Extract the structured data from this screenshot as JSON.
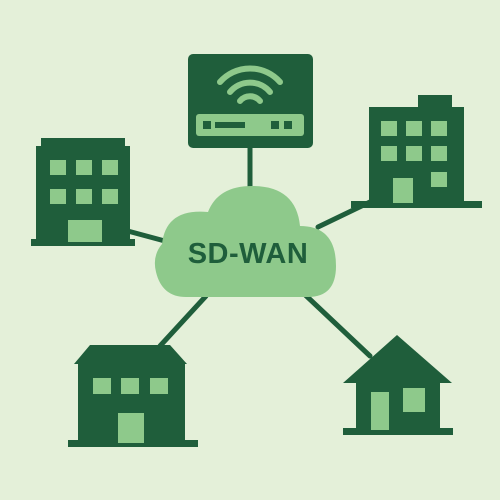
{
  "diagram": {
    "cloud_label": "SD-WAN"
  },
  "colors": {
    "background": "#e4f0d9",
    "dark_green": "#1f5e3b",
    "light_green": "#8ec98b",
    "cloud_fill": "#8ec98b",
    "label_color": "#1f5e3b"
  },
  "nodes": [
    {
      "name": "router",
      "icon": "router-wifi-icon"
    },
    {
      "name": "office-left",
      "icon": "office-building-icon"
    },
    {
      "name": "office-right",
      "icon": "office-tower-icon"
    },
    {
      "name": "store-bottom-left",
      "icon": "branch-building-icon"
    },
    {
      "name": "home-bottom-right",
      "icon": "house-icon"
    }
  ]
}
